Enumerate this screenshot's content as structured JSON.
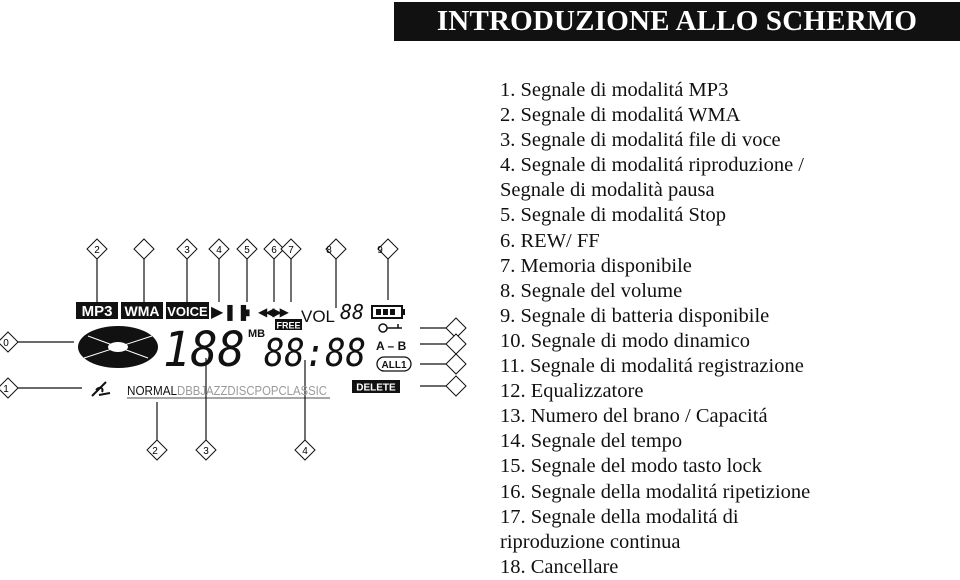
{
  "header": {
    "title": "INTRODUZIONE ALLO SCHERMO"
  },
  "legend": [
    "1. Segnale di modalitá MP3",
    "2. Segnale di modalitá WMA",
    "3. Segnale di modalitá file di voce",
    "4. Segnale di modalitá riproduzione /",
    "Segnale di modalità pausa",
    "5. Segnale di modalitá Stop",
    "6. REW/ FF",
    "7. Memoria disponibile",
    "8. Segnale del volume",
    "9. Segnale di batteria disponibile",
    "10. Segnale di modo dinamico",
    "11. Segnale di modalitá registrazione",
    "12. Equalizzatore",
    "13. Numero del brano / Capacitá",
    "14. Segnale del tempo",
    "15. Segnale del modo tasto lock",
    "16. Segnale della modalitá ripetizione",
    "17. Segnale della modalitá di",
    "riproduzione continua",
    "18. Cancellare"
  ],
  "lcd": {
    "mp3": "MP3",
    "wma": "WMA",
    "voice": "VOICE",
    "play_pause": "▶❚❚",
    "stop": "■",
    "rew_ff": "◀◀▶▶",
    "free": "FREE",
    "mb": "MB",
    "vol": "VOL",
    "vol_digits": "88",
    "track_digits": "188",
    "time_digits": "88:88",
    "a_b": "A – B",
    "all1": "ALL1",
    "eq_normal": "NORMAL",
    "eq_rest": "DBBJAZZDISCPOPCLASSIC",
    "delete": "DELETE"
  },
  "callouts": {
    "top": [
      "2",
      "",
      "3",
      "4",
      "5",
      "6",
      "7",
      "8",
      "9"
    ],
    "left": [
      "0",
      "1"
    ],
    "bottom": [
      "2",
      "3",
      "4"
    ]
  }
}
